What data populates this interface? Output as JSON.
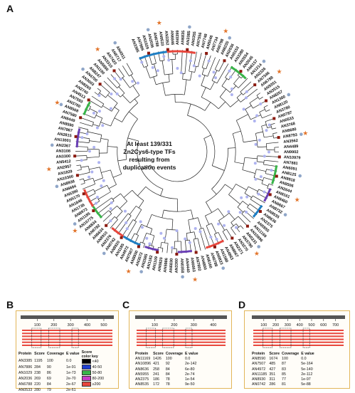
{
  "panels": {
    "a": "A",
    "b": "B",
    "c": "C",
    "d": "D"
  },
  "center_lines": [
    "At least 139/331",
    "Zn2Cys6-type TFs",
    "resulting from",
    "duplication events"
  ],
  "colors": {
    "red": "#e8473d",
    "blue": "#1f7fc4",
    "green": "#39b54a",
    "purple": "#6a3fb5",
    "brown": "#8b1a0f",
    "dot": "#aeb3f0",
    "star": "#e2742a",
    "badge": "#222"
  },
  "tree_labels": [
    "AN3385",
    "AN7886",
    "AN1029",
    "AN2036",
    "AN6788",
    "AN0533",
    "AN3352",
    "AN6846",
    "AN0399",
    "AN6835",
    "AN3385b",
    "AN0355",
    "AN7556",
    "AN7748",
    "AN5046",
    "AN7734",
    "AN0798",
    "AN8235",
    "AN2036b",
    "AN0153",
    "AN3380",
    "AN3554",
    "AN2045",
    "AN6157",
    "AN1214",
    "AN2326",
    "AN7546",
    "AN6788b",
    "AN9351",
    "AN3515",
    "AN8257",
    "AN1300",
    "AN8120",
    "AN3780",
    "AN0787",
    "AN0533b",
    "AN3768",
    "AN6680",
    "AN8793",
    "AN3562",
    "AN4489",
    "AN9902",
    "AN10979",
    "AN7881",
    "AN6091",
    "AN8125",
    "AN8918",
    "AN8506",
    "AN2644",
    "AN8161",
    "AN8460",
    "AN6667",
    "AN8732",
    "AN8535",
    "AN8636",
    "AN2375",
    "AN5955",
    "AN11169",
    "AN10896",
    "AN0231",
    "AN3790",
    "AN3270",
    "AN2371",
    "AN8667",
    "AN4863",
    "AN1580",
    "AN0823",
    "AN6788c",
    "AN8160",
    "AN4800",
    "AN7802",
    "AN6663",
    "AN4440",
    "AN0358",
    "AN3360",
    "AN6830",
    "AN5986",
    "AN0820",
    "AN1109",
    "AN1182",
    "AN2585",
    "AN3572",
    "AN8930",
    "AN7507",
    "AN4972",
    "AN1185",
    "AN8920",
    "AN0742",
    "AN2376",
    "AN8910",
    "AN6634",
    "AN6782",
    "AN6834",
    "AN10775",
    "AN1185b",
    "AN8973",
    "AN1736",
    "AN1848",
    "AN5170",
    "AN5390",
    "AN6684",
    "AN8938",
    "AN10300",
    "AN1829",
    "AN2957",
    "AN5412",
    "AN3300",
    "AN3108",
    "AN2367",
    "AN13001",
    "AN2815",
    "AN7867",
    "AN8590",
    "AN8449",
    "AN7580",
    "AN8568",
    "AN3760",
    "AN7593",
    "AN4513",
    "AN2740",
    "AN8260",
    "AN3003",
    "AN4700",
    "AN8247",
    "AN1190",
    "AN5850",
    "AN3310",
    "AN7420",
    "AN6717",
    "AN4911"
  ],
  "panel_b": {
    "ruler": {
      "ticks": [
        "100",
        "200",
        "300",
        "400",
        "500"
      ],
      "max": 560
    },
    "headers": [
      "Protein",
      "Score",
      "Coverage",
      "E value",
      "Score\ncolor key"
    ],
    "rows": [
      {
        "protein": "AN3385",
        "score": "1195",
        "coverage": "100",
        "evalue": "0.0",
        "key": "<40",
        "keycolor": "#000000"
      },
      {
        "protein": "AN7886",
        "score": "284",
        "coverage": "90",
        "evalue": "1e-91",
        "key": "40-50",
        "keycolor": "#1f3fd0"
      },
      {
        "protein": "AN1029",
        "score": "238",
        "coverage": "86",
        "evalue": "1e-73",
        "key": "50-80",
        "keycolor": "#39b54a"
      },
      {
        "protein": "AN2036",
        "score": "269",
        "coverage": "69",
        "evalue": "2e-70",
        "key": "80-200",
        "keycolor": "#c83cc8"
      },
      {
        "protein": "AN6788",
        "score": "220",
        "coverage": "84",
        "evalue": "2e-67",
        "key": "≥200",
        "keycolor": "#e8473d"
      },
      {
        "protein": "AN0533",
        "score": "280",
        "coverage": "79",
        "evalue": "2e-61",
        "key": "",
        "keycolor": ""
      }
    ]
  },
  "panel_c": {
    "ruler": {
      "ticks": [
        "100",
        "200",
        "300",
        "400"
      ],
      "max": 470
    },
    "headers": [
      "Protein",
      "Score",
      "Coverage",
      "E value"
    ],
    "rows": [
      {
        "protein": "AN11169",
        "score": "1426",
        "coverage": "100",
        "evalue": "0.0"
      },
      {
        "protein": "AN10896",
        "score": "421",
        "coverage": "92",
        "evalue": "2e-142"
      },
      {
        "protein": "AN8636",
        "score": "258",
        "coverage": "84",
        "evalue": "6e-80"
      },
      {
        "protein": "AN5955",
        "score": "241",
        "coverage": "84",
        "evalue": "2e-74"
      },
      {
        "protein": "AN2375",
        "score": "186",
        "coverage": "78",
        "evalue": "1e-54"
      },
      {
        "protein": "AN8535",
        "score": "172",
        "coverage": "78",
        "evalue": "9e-50"
      }
    ]
  },
  "panel_d": {
    "ruler": {
      "ticks": [
        "100",
        "200",
        "300",
        "400",
        "500",
        "600",
        "700"
      ],
      "max": 780
    },
    "headers": [
      "Protein",
      "Score",
      "Coverage",
      "E value"
    ],
    "rows": [
      {
        "protein": "AN8590",
        "score": "1674",
        "coverage": "100",
        "evalue": "0.0"
      },
      {
        "protein": "AN7507",
        "score": "485",
        "coverage": "87",
        "evalue": "5e-164"
      },
      {
        "protein": "AN4972",
        "score": "427",
        "coverage": "83",
        "evalue": "5e-140"
      },
      {
        "protein": "AN11185",
        "score": "351",
        "coverage": "85",
        "evalue": "2e-112"
      },
      {
        "protein": "AN8930",
        "score": "311",
        "coverage": "77",
        "evalue": "1e-97"
      },
      {
        "protein": "AN0742",
        "score": "286",
        "coverage": "81",
        "evalue": "5e-88"
      }
    ]
  }
}
